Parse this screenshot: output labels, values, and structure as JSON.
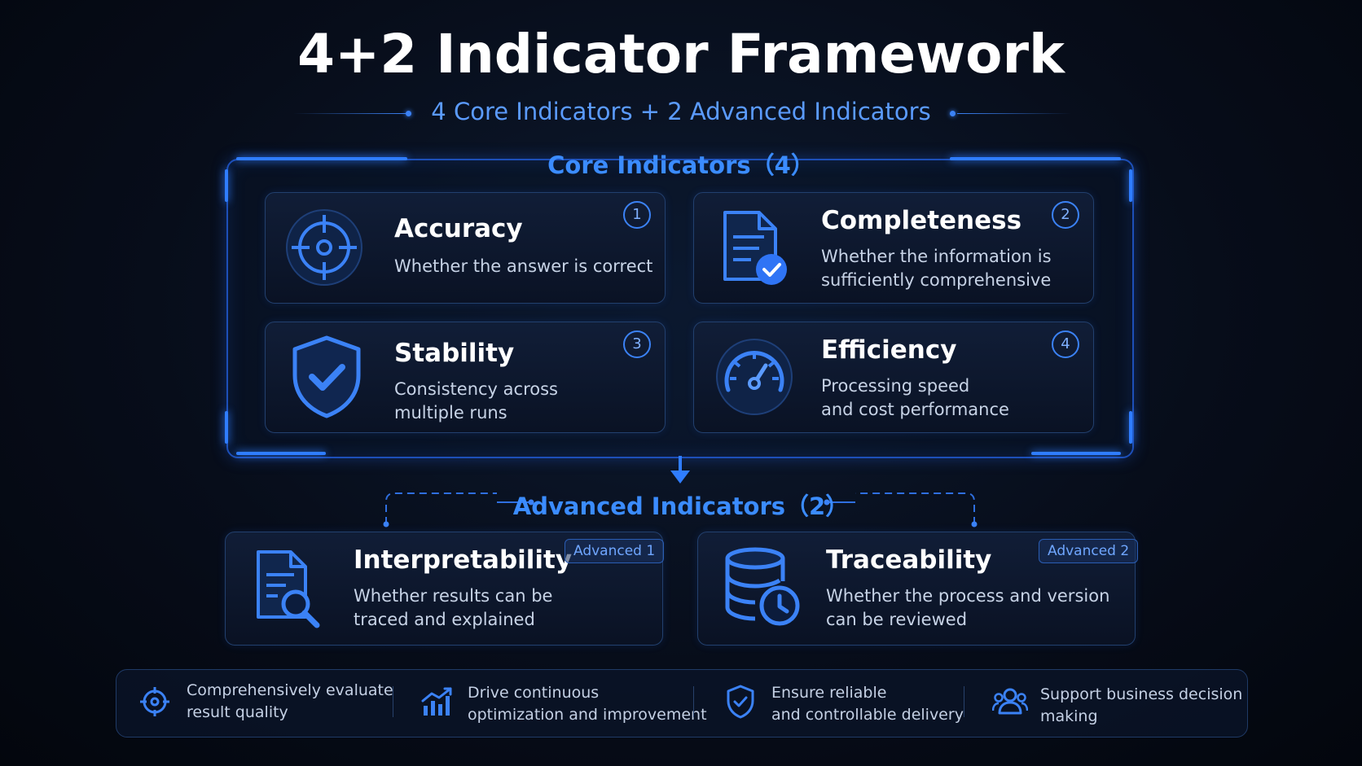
{
  "header": {
    "title": "4+2 Indicator Framework",
    "subtitle": "4 Core Indicators + 2 Advanced Indicators"
  },
  "core_section": {
    "label": "Core Indicators（4）",
    "cards": [
      {
        "number": "1",
        "title": "Accuracy",
        "desc_lines": [
          "Whether the answer is correct",
          ""
        ],
        "icon": "target-crosshair-icon"
      },
      {
        "number": "2",
        "title": "Completeness",
        "desc_lines": [
          "Whether the information is",
          "sufficiently comprehensive"
        ],
        "icon": "document-check-icon"
      },
      {
        "number": "3",
        "title": "Stability",
        "desc_lines": [
          "Consistency across",
          "multiple runs"
        ],
        "icon": "shield-check-icon"
      },
      {
        "number": "4",
        "title": "Efficiency",
        "desc_lines": [
          "Processing speed",
          "and cost performance"
        ],
        "icon": "speedometer-icon"
      }
    ]
  },
  "advanced_section": {
    "label": "Advanced Indicators（2）",
    "cards": [
      {
        "badge": "Advanced 1",
        "title": "Interpretability",
        "desc_lines": [
          "Whether results can be",
          "traced and explained"
        ],
        "icon": "document-search-icon"
      },
      {
        "badge": "Advanced 2",
        "title": "Traceability",
        "desc_lines": [
          "Whether the process and version",
          "can be reviewed"
        ],
        "icon": "database-clock-icon"
      }
    ]
  },
  "benefits": [
    {
      "lines": [
        "Comprehensively evaluate",
        "result quality"
      ],
      "icon": "target-icon"
    },
    {
      "lines": [
        "Drive continuous",
        "optimization and improvement"
      ],
      "icon": "bar-chart-trend-icon"
    },
    {
      "lines": [
        "Ensure reliable",
        "and controllable delivery"
      ],
      "icon": "shield-check-icon"
    },
    {
      "lines": [
        "Support business decision",
        "making"
      ],
      "icon": "users-icon"
    }
  ],
  "colors": {
    "accent": "#3b82f6",
    "title": "#ffffff",
    "background": "#070d1a"
  }
}
